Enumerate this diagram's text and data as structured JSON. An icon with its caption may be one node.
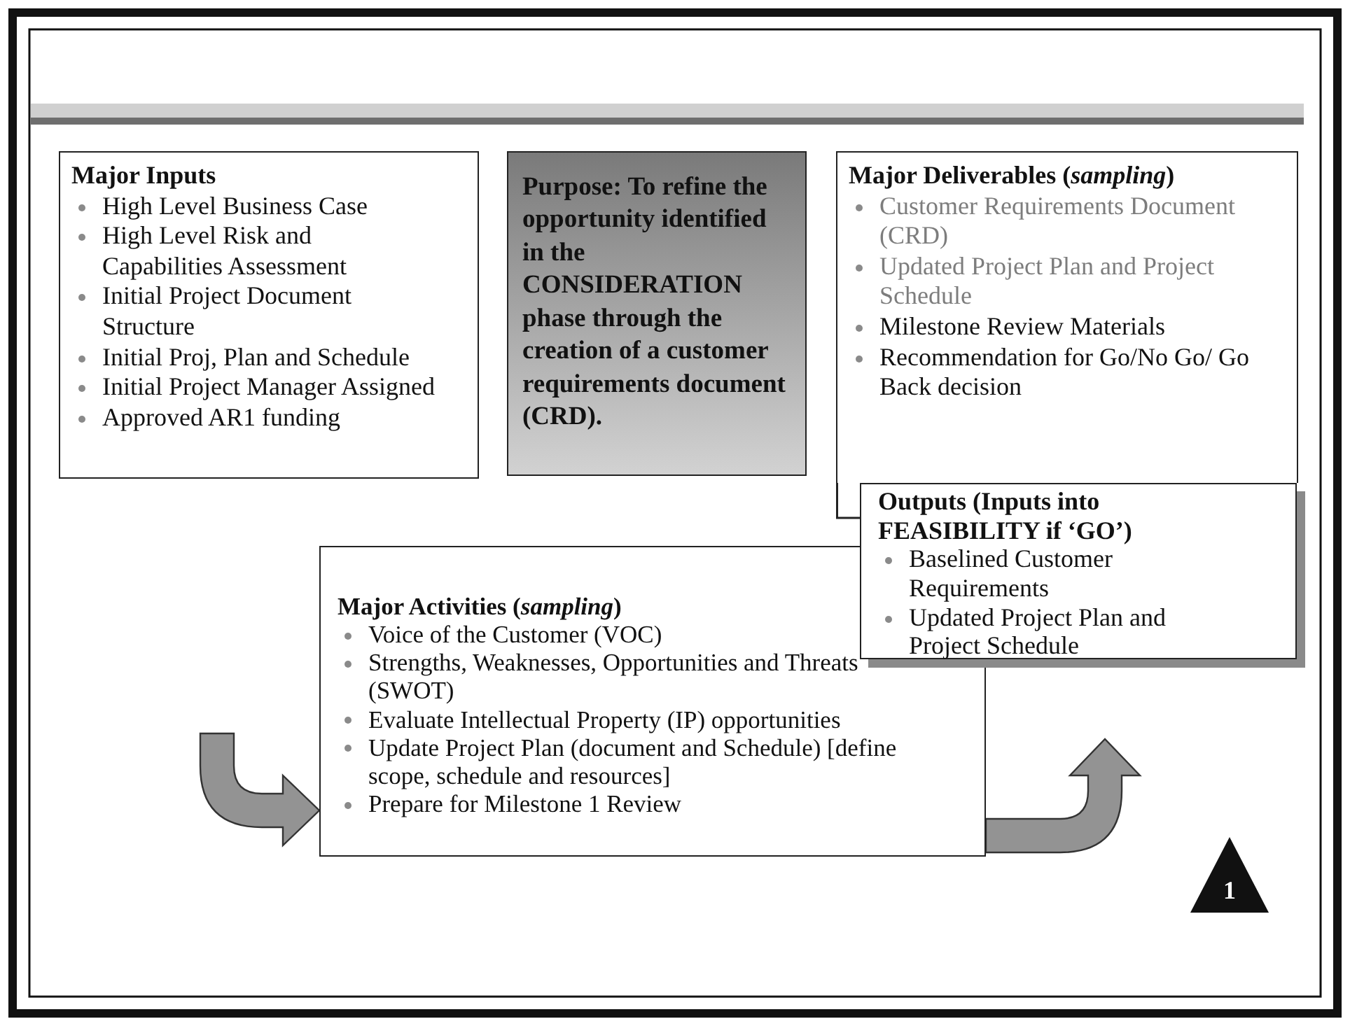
{
  "diagram": {
    "nodes": [
      {
        "text": [
          "Major Inputs",
          "High Level Business Case",
          "High Level Risk and Capabilities Assessment",
          "Initial Project Document Structure",
          "Initial Proj, Plan and Schedule",
          "Initial Project Manager Assigned",
          "Approved AR1 funding"
        ]
      },
      {
        "text": [
          "Purpose: To refine the opportunity identified in the CONSIDERATION phase through the creation of a customer requirements document (CRD)."
        ]
      },
      {
        "text": [
          "Major Deliverables (*sampling*)",
          "Customer Requirements Document (CRD)",
          "Updated Project Plan and Project Schedule",
          "Milestone Review Materials",
          "Recommendation for Go/No Go/ Go Back decision"
        ]
      },
      {
        "text": [
          "Outputs (Inputs into FEASIBILITY if ‘GO’)",
          "Baselined Customer Requirements",
          "Updated Project Plan and Project Schedule"
        ]
      },
      {
        "text": [
          "Major Activities (*sampling*)",
          "Voice of the Customer (VOC)",
          "Strengths, Weaknesses, Opportunities and Threats (SWOT)",
          "Evaluate Intellectual Property (IP) opportunities",
          "Update Project Plan (document and Schedule) [define scope, schedule and resources]",
          "Prepare for Milestone 1 Review"
        ]
      },
      {
        "text": [
          "1"
        ]
      }
    ],
    "edges": [
      {
        "from": null,
        "to": 4,
        "arrow": "to"
      },
      {
        "from": 4,
        "to": null,
        "arrow": "to"
      }
    ]
  }
}
